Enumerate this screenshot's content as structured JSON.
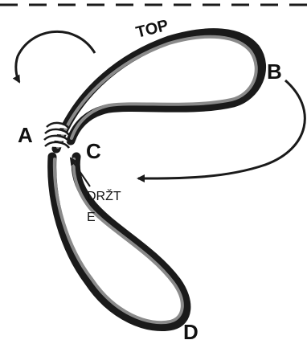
{
  "labels": {
    "top": "TOP",
    "a": "A",
    "b": "B",
    "c": "C",
    "d": "D",
    "hold_line1": "DRŽT",
    "hold_line2": "E"
  },
  "colors": {
    "stroke_dark": "#1a1a1a",
    "strand_grey": "#8a8a8a",
    "background": "#ffffff"
  },
  "icons": [
    "dashed-border",
    "arrow-curved-left",
    "arrow-curved-right",
    "arrow-pointer",
    "rope-wrap"
  ]
}
